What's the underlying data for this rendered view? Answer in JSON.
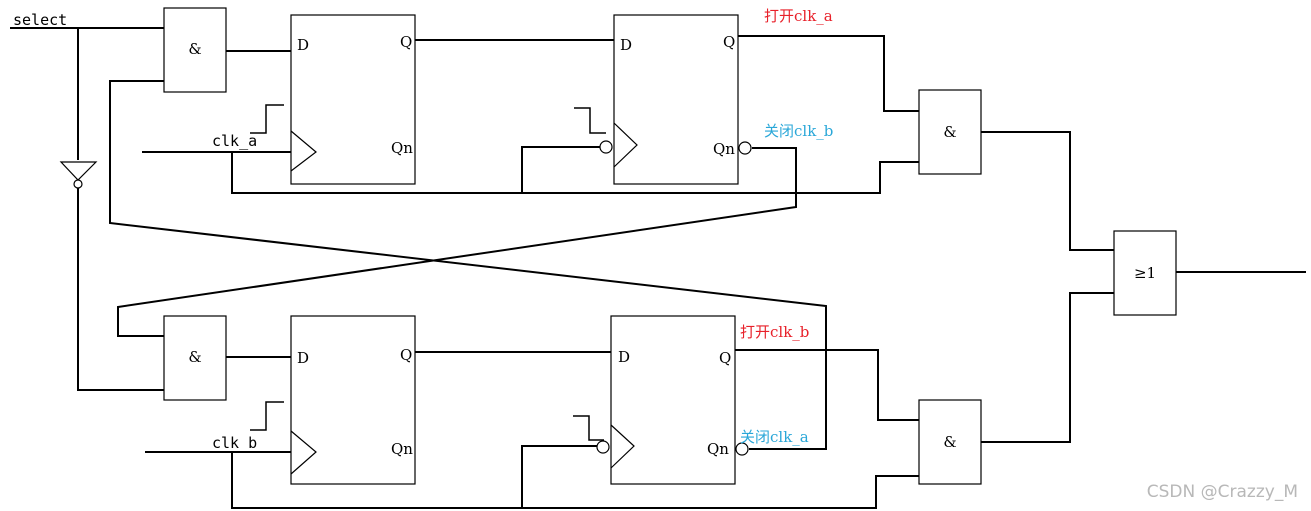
{
  "colors": {
    "open_annotation": "#e8212a",
    "close_annotation": "#2aa7d8",
    "wire": "#000000",
    "watermark": "#b8b8b8"
  },
  "signals": {
    "select": "select",
    "clk_a": "clk_a",
    "clk_b": "clk_b"
  },
  "pins": {
    "d": "D",
    "q": "Q",
    "qn": "Qn"
  },
  "gates": {
    "and": "&",
    "or": "≥1"
  },
  "annotations": {
    "open_clk_a": "打开clk_a",
    "close_clk_b": "关闭clk_b",
    "open_clk_b": "打开clk_b",
    "close_clk_a": "关闭clk_a"
  },
  "watermark": "CSDN @Crazzy_M"
}
